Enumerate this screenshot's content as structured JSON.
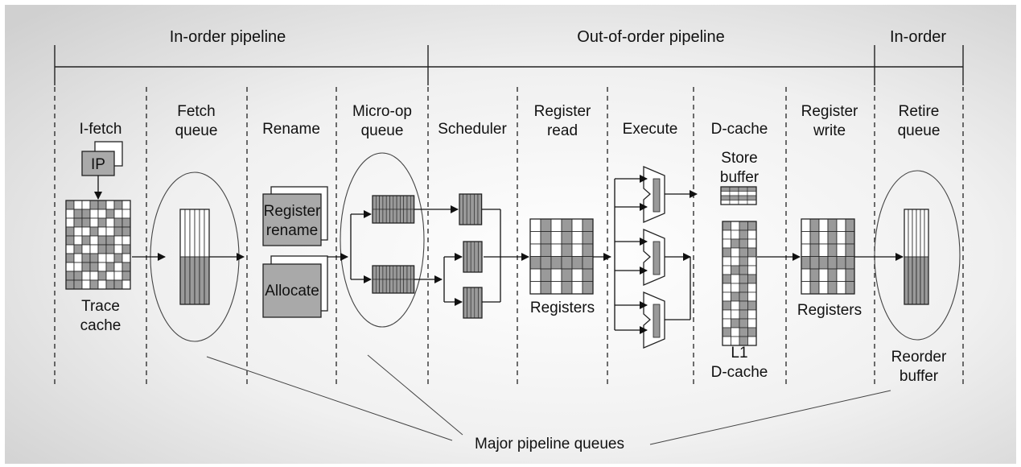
{
  "sections": [
    {
      "label": "In-order pipeline"
    },
    {
      "label": "Out-of-order pipeline"
    },
    {
      "label": "In-order"
    }
  ],
  "stages": [
    {
      "lines": [
        "I-fetch"
      ]
    },
    {
      "lines": [
        "Fetch",
        "queue"
      ]
    },
    {
      "lines": [
        "Rename"
      ]
    },
    {
      "lines": [
        "Micro-op",
        "queue"
      ]
    },
    {
      "lines": [
        "Scheduler"
      ]
    },
    {
      "lines": [
        "Register",
        "read"
      ]
    },
    {
      "lines": [
        "Execute"
      ]
    },
    {
      "lines": [
        "D-cache"
      ]
    },
    {
      "lines": [
        "Register",
        "write"
      ]
    },
    {
      "lines": [
        "Retire",
        "queue"
      ]
    }
  ],
  "components": {
    "ip": "IP",
    "trace_cache": [
      "Trace",
      "cache"
    ],
    "register_rename": [
      "Register",
      "rename"
    ],
    "allocate": "Allocate",
    "registers_read": "Registers",
    "store_buffer": [
      "Store",
      "buffer"
    ],
    "l1_dcache": [
      "L1",
      "D-cache"
    ],
    "registers_write": "Registers",
    "reorder_buffer": [
      "Reorder",
      "buffer"
    ]
  },
  "callout": "Major pipeline queues",
  "colors": {
    "cell_gray": "#9a9a9a",
    "cell_light": "#ffffff",
    "box_gray": "#a9a9a9",
    "line": "#222222",
    "background_center": "#ffffff",
    "background_edge": "#d4d4d4"
  }
}
